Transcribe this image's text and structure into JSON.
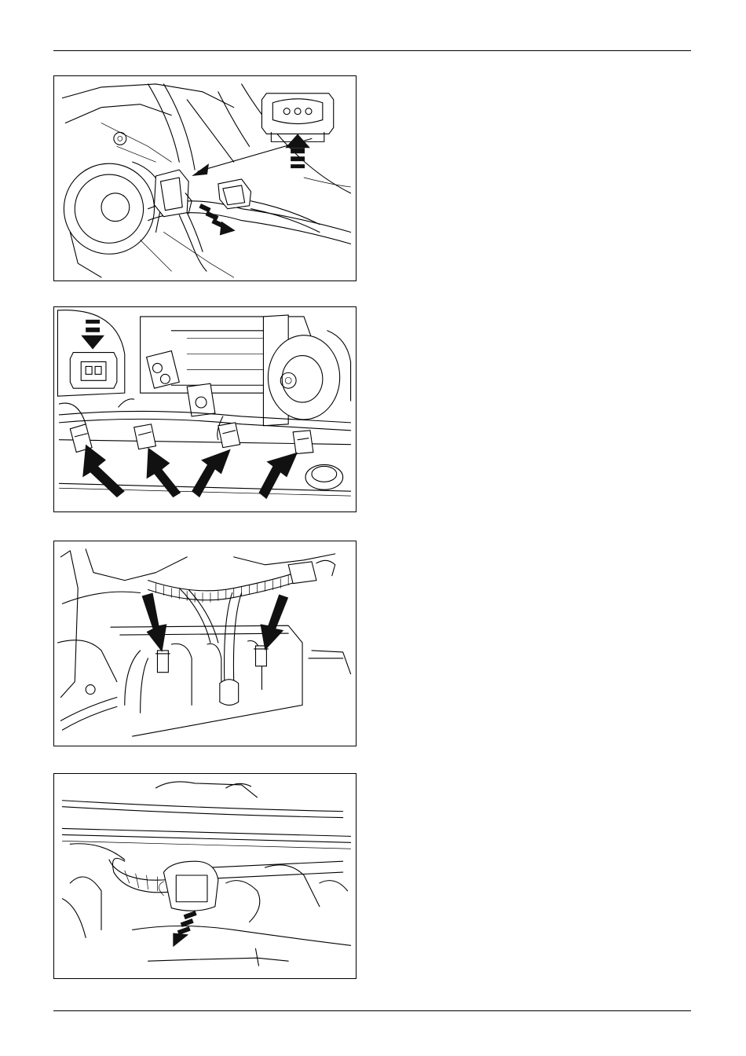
{
  "page": {
    "figures": [
      {
        "label": "",
        "illustration": "connector-unplug-illustration"
      },
      {
        "label": "",
        "illustration": "injector-connectors-illustration"
      },
      {
        "label": "",
        "illustration": "harness-clips-illustration"
      },
      {
        "label": "",
        "illustration": "harness-connector-illustration"
      }
    ]
  },
  "colors": {
    "line": "#000000",
    "arrow": "#111111",
    "background": "#ffffff"
  }
}
